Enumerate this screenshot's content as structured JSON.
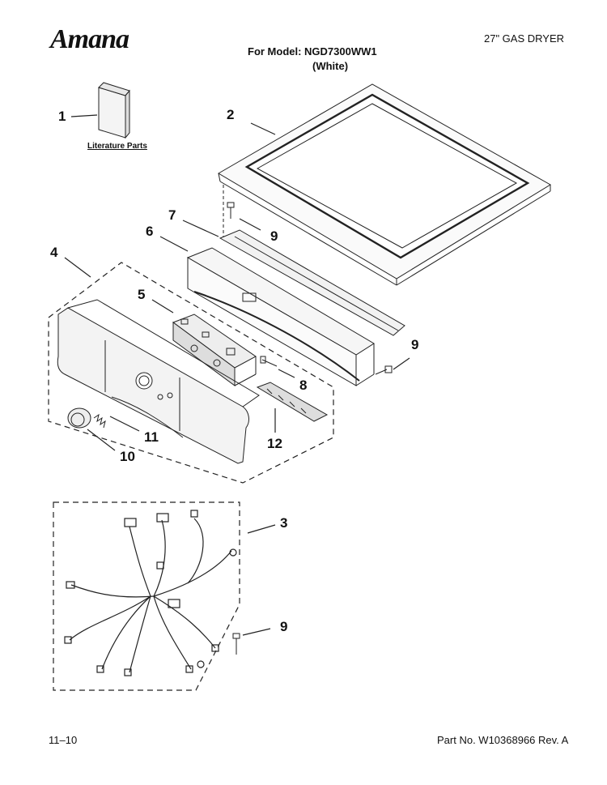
{
  "header": {
    "brand": "Amana",
    "model_line": "For Model: NGD7300WW1",
    "color_line": "(White)",
    "product_type": "27\" GAS DRYER"
  },
  "literature_label": "Literature Parts",
  "callouts": {
    "c1": "1",
    "c2": "2",
    "c3": "3",
    "c4": "4",
    "c5": "5",
    "c6": "6",
    "c7": "7",
    "c8": "8",
    "c9a": "9",
    "c9b": "9",
    "c9c": "9",
    "c10": "10",
    "c11": "11",
    "c12": "12"
  },
  "footer": {
    "date_code": "11–10",
    "part_number": "Part No. W10368966 Rev. A"
  }
}
